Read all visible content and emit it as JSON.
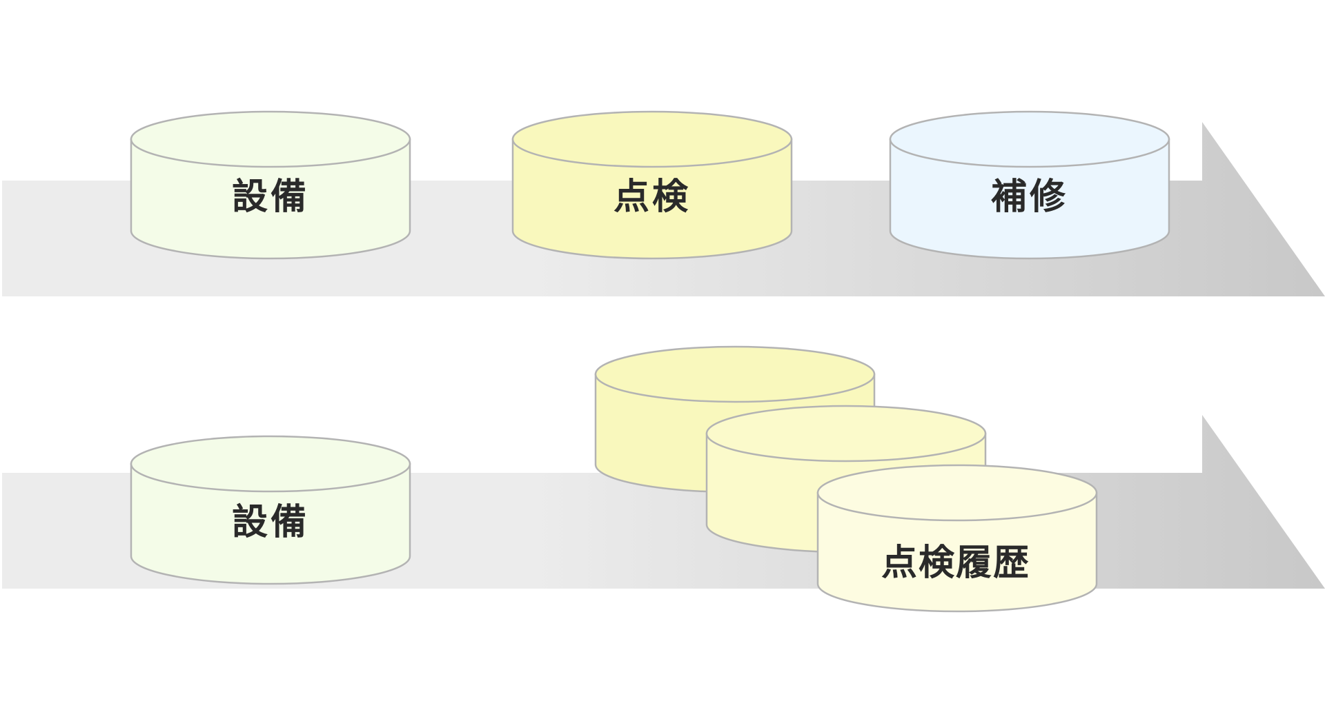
{
  "flow_top": {
    "cylinders": [
      {
        "label": "設備",
        "color": "#f4fce8",
        "icon": "database-cylinder"
      },
      {
        "label": "点検",
        "color": "#f9f8bd",
        "icon": "database-cylinder"
      },
      {
        "label": "補修",
        "color": "#ebf6fe",
        "icon": "database-cylinder"
      }
    ]
  },
  "flow_bottom": {
    "cylinders": [
      {
        "label": "設備",
        "color": "#f4fce8",
        "icon": "database-cylinder"
      },
      {
        "label": "",
        "color": "#f9f8bd",
        "icon": "database-cylinder"
      },
      {
        "label": "",
        "color": "#fbfacb",
        "icon": "database-cylinder"
      },
      {
        "label": "点検履歴",
        "color": "#fdfce1",
        "icon": "database-cylinder"
      }
    ]
  },
  "style": {
    "arrow_gradient": [
      "#ececec",
      "#c8c8c8"
    ],
    "cylinder_stroke": "#b3b3b3"
  }
}
